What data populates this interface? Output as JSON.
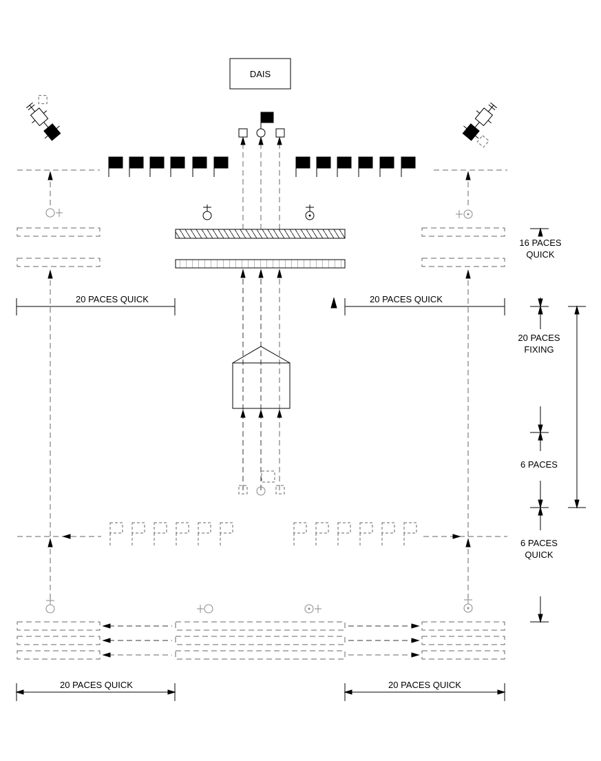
{
  "dais": {
    "label": "DAIS"
  },
  "dimensions": {
    "left_top": "20 PACES QUICK",
    "right_top": "20 PACES QUICK",
    "left_bottom": "20 PACES QUICK",
    "right_bottom": "20 PACES QUICK",
    "sixteen_line1": "16 PACES",
    "sixteen_line2": "QUICK",
    "fixing_line1": "20 PACES",
    "fixing_line2": "FIXING",
    "six": "6 PACES",
    "six_quick_line1": "6 PACES",
    "six_quick_line2": "QUICK"
  },
  "colors": {
    "ink": "#000000",
    "dashed": "#666666"
  }
}
